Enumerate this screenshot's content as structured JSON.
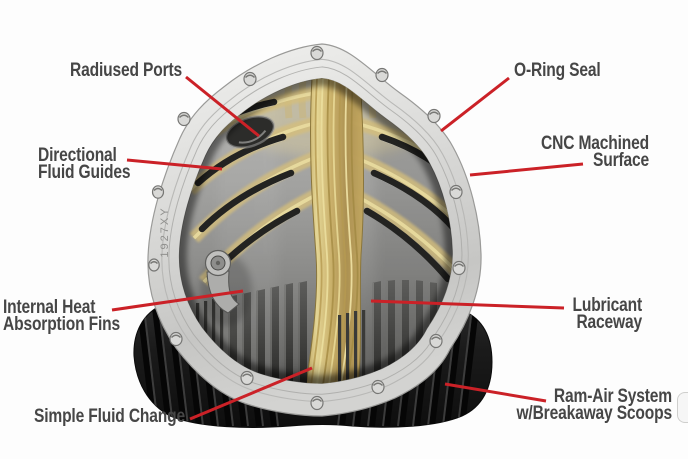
{
  "page": {
    "background": "#fdfdfd",
    "description": "Cutaway diagram of a finned differential cover with callout labels"
  },
  "colors": {
    "label_text": "#464646",
    "leader_line": "#cb2127",
    "flange_silver": "#d8d8d6",
    "interior_steel": "#9a9a98",
    "lubricant_gold": "#d5c07b",
    "scoop_black": "#161616"
  },
  "diagram": {
    "part_marking": "1927XY",
    "callouts": [
      {
        "id": "radiused-ports",
        "line1": "Radiused Ports"
      },
      {
        "id": "o-ring-seal",
        "line1": "O-Ring Seal"
      },
      {
        "id": "directional-fluid-guides",
        "line1": "Directional",
        "line2": "Fluid Guides"
      },
      {
        "id": "cnc-machined-surface",
        "line1": "CNC Machined",
        "line2": "Surface"
      },
      {
        "id": "internal-heat-absorption-fins",
        "line1": "Internal Heat",
        "line2": "Absorption Fins"
      },
      {
        "id": "lubricant-raceway",
        "line1": "Lubricant",
        "line2": "Raceway"
      },
      {
        "id": "simple-fluid-change",
        "line1": "Simple Fluid Change"
      },
      {
        "id": "ram-air-system",
        "line1": "Ram-Air System",
        "line2": "w/Breakaway Scoops"
      }
    ]
  }
}
